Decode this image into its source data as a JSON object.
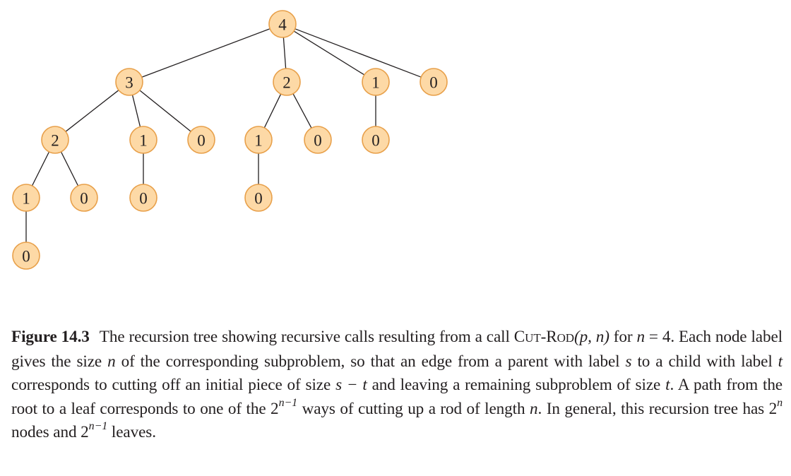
{
  "tree": {
    "nodes": [
      {
        "id": "r",
        "label": "4",
        "parent": null
      },
      {
        "id": "a3",
        "label": "3",
        "parent": "r"
      },
      {
        "id": "a2",
        "label": "2",
        "parent": "r"
      },
      {
        "id": "a1",
        "label": "1",
        "parent": "r"
      },
      {
        "id": "a0",
        "label": "0",
        "parent": "r"
      },
      {
        "id": "b2",
        "label": "2",
        "parent": "a3"
      },
      {
        "id": "b1",
        "label": "1",
        "parent": "a3"
      },
      {
        "id": "b0",
        "label": "0",
        "parent": "a3"
      },
      {
        "id": "c1",
        "label": "1",
        "parent": "a2"
      },
      {
        "id": "c0",
        "label": "0",
        "parent": "a2"
      },
      {
        "id": "d0",
        "label": "0",
        "parent": "a1"
      },
      {
        "id": "e1",
        "label": "1",
        "parent": "b2"
      },
      {
        "id": "e0",
        "label": "0",
        "parent": "b2"
      },
      {
        "id": "f0",
        "label": "0",
        "parent": "b1"
      },
      {
        "id": "g0",
        "label": "0",
        "parent": "c1"
      },
      {
        "id": "h0",
        "label": "0",
        "parent": "e1"
      }
    ],
    "node_fill": "#fdd9a6",
    "node_stroke": "#e8a04a"
  },
  "caption": {
    "figure_label": "Figure 14.3",
    "t1": "The recursion tree showing recursive calls resulting from a call ",
    "func_c": "C",
    "func_ut": "UT",
    "func_dash": "-",
    "func_r": "R",
    "func_od": "OD",
    "args": "(p, n)",
    "t2": " for ",
    "n1": "n",
    "t3": " = 4. Each node label gives the size ",
    "n2": "n",
    "t4": " of the corresponding subproblem, so that an edge from a parent with label ",
    "s1": "s",
    "t5": " to a child with label ",
    "t_1": "t",
    "t6": " corresponds to cutting off an initial piece of size ",
    "expr": "s − t",
    "t7": " and leaving a remaining subproblem of size ",
    "t_2": "t",
    "t8": ". A path from the root to a leaf corresponds to one of the 2",
    "exp1": "n−1",
    "t9": " ways of cutting up a rod of length ",
    "n3": "n",
    "t10": ". In general, this recursion tree has 2",
    "exp2": "n",
    "t11": " nodes and 2",
    "exp3": "n−1",
    "t12": " leaves."
  }
}
